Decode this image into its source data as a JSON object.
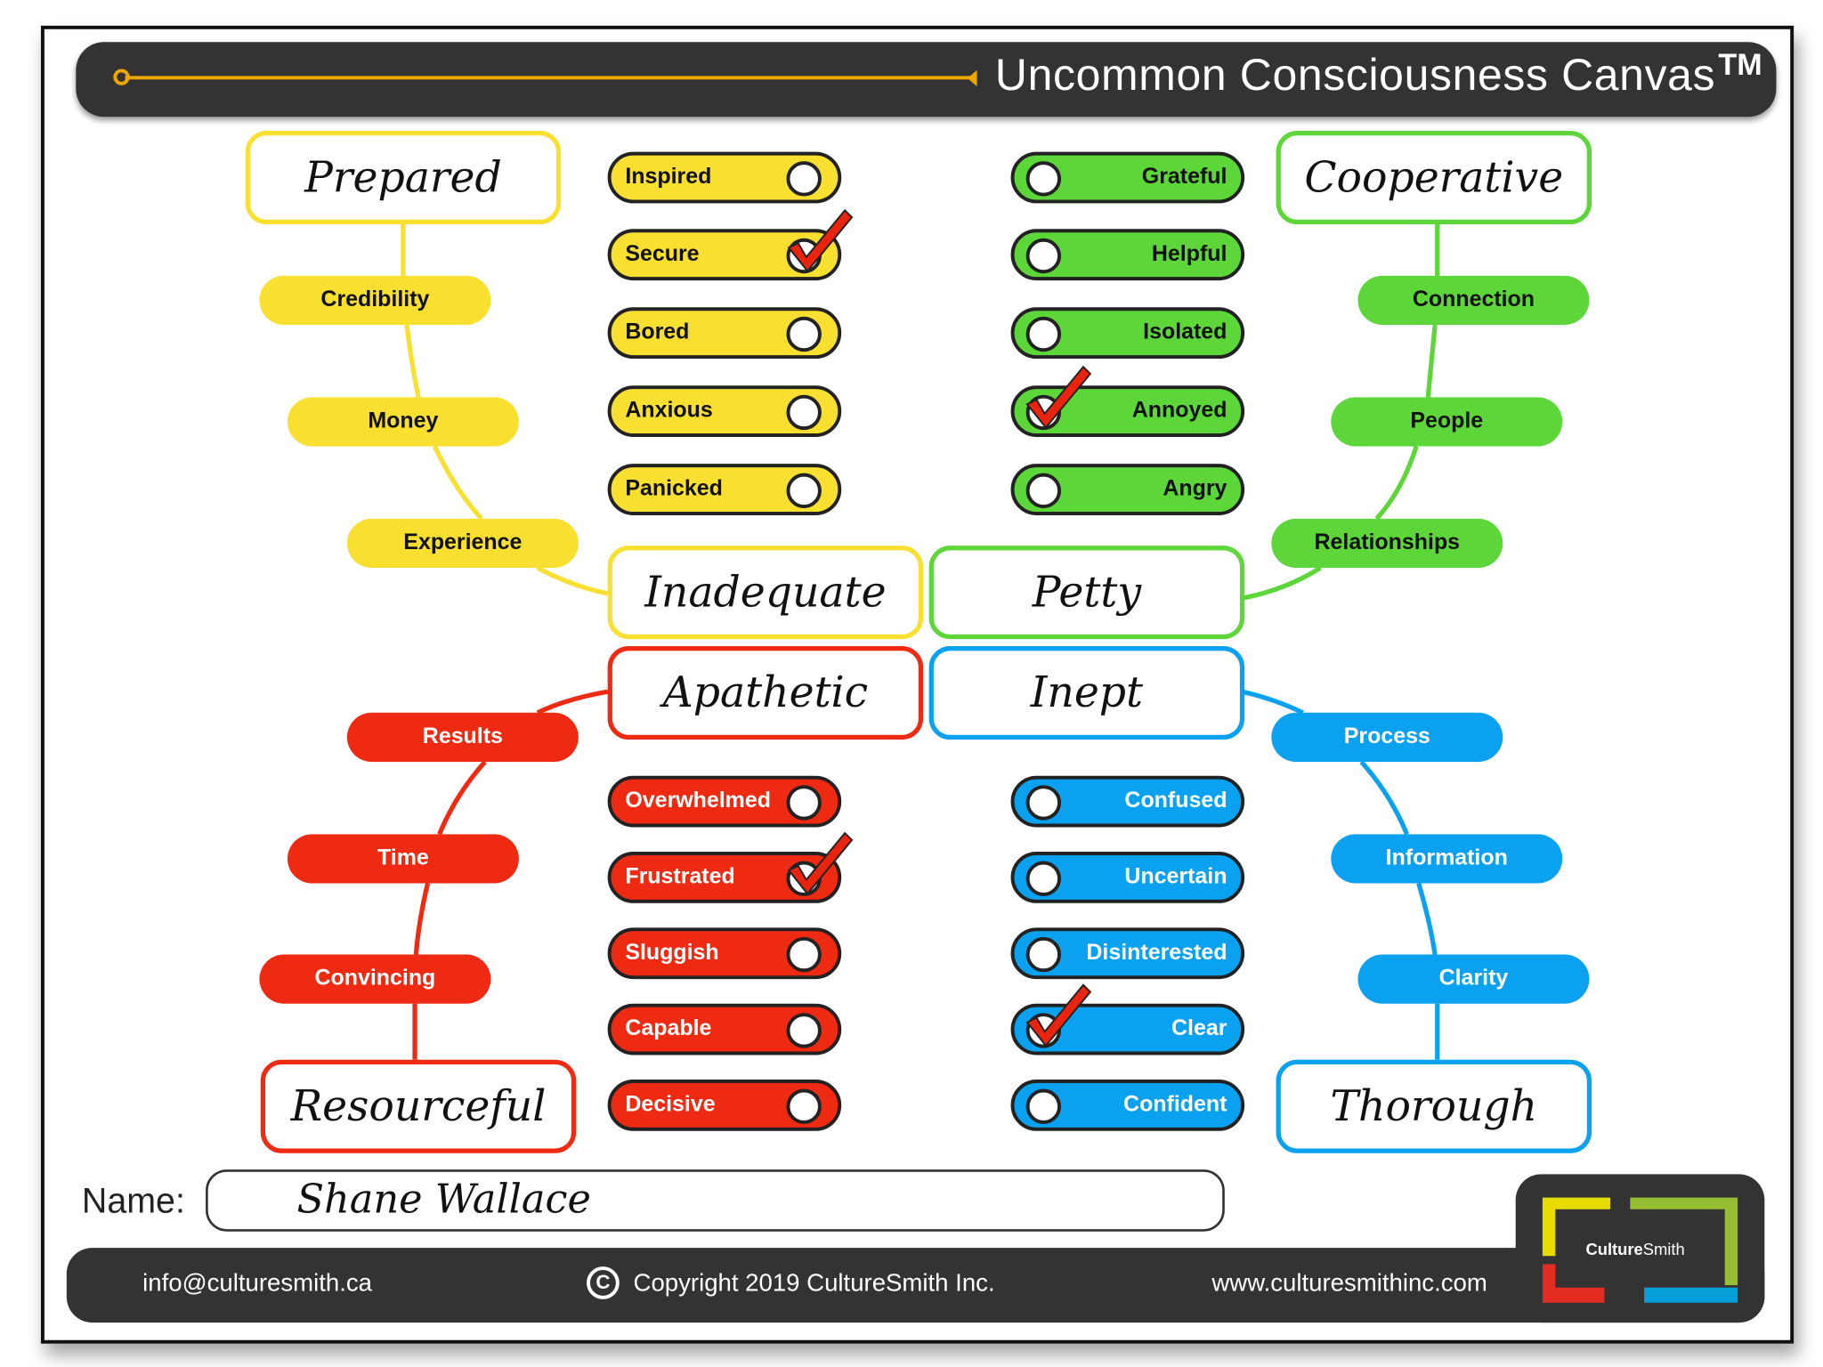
{
  "header": {
    "title": "Uncommon Consciousness Canvas",
    "tm": "TM"
  },
  "colors": {
    "yellow": "#F9DF30",
    "green": "#5DD63A",
    "red": "#EE2A12",
    "blue": "#0AA2F0",
    "dark": "#333333"
  },
  "boxes": {
    "prepared": "Prepared",
    "cooperative": "Cooperative",
    "inadequate": "Inadequate",
    "petty": "Petty",
    "apathetic": "Apathetic",
    "inept": "Inept",
    "resourceful": "Resourceful",
    "thorough": "Thorough"
  },
  "pills": {
    "yellow": [
      "Credibility",
      "Money",
      "Experience"
    ],
    "green": [
      "Connection",
      "People",
      "Relationships"
    ],
    "red": [
      "Results",
      "Time",
      "Convincing"
    ],
    "blue": [
      "Process",
      "Information",
      "Clarity"
    ]
  },
  "toggles": {
    "yellow": [
      {
        "label": "Inspired",
        "checked": false
      },
      {
        "label": "Secure",
        "checked": true
      },
      {
        "label": "Bored",
        "checked": false
      },
      {
        "label": "Anxious",
        "checked": false
      },
      {
        "label": "Panicked",
        "checked": false
      }
    ],
    "green": [
      {
        "label": "Grateful",
        "checked": false
      },
      {
        "label": "Helpful",
        "checked": false
      },
      {
        "label": "Isolated",
        "checked": false
      },
      {
        "label": "Annoyed",
        "checked": true
      },
      {
        "label": "Angry",
        "checked": false
      }
    ],
    "red": [
      {
        "label": "Overwhelmed",
        "checked": false
      },
      {
        "label": "Frustrated",
        "checked": true
      },
      {
        "label": "Sluggish",
        "checked": false
      },
      {
        "label": "Capable",
        "checked": false
      },
      {
        "label": "Decisive",
        "checked": false
      }
    ],
    "blue": [
      {
        "label": "Confused",
        "checked": false
      },
      {
        "label": "Uncertain",
        "checked": false
      },
      {
        "label": "Disinterested",
        "checked": false
      },
      {
        "label": "Clear",
        "checked": true
      },
      {
        "label": "Confident",
        "checked": false
      }
    ]
  },
  "name": {
    "label": "Name:",
    "value": "Shane Wallace"
  },
  "footer": {
    "email": "info@culturesmith.ca",
    "copyright": "Copyright 2019 CultureSmith Inc.",
    "website": "www.culturesmithinc.com"
  },
  "logo": {
    "text_bold": "Culture",
    "text_light": "Smith"
  }
}
